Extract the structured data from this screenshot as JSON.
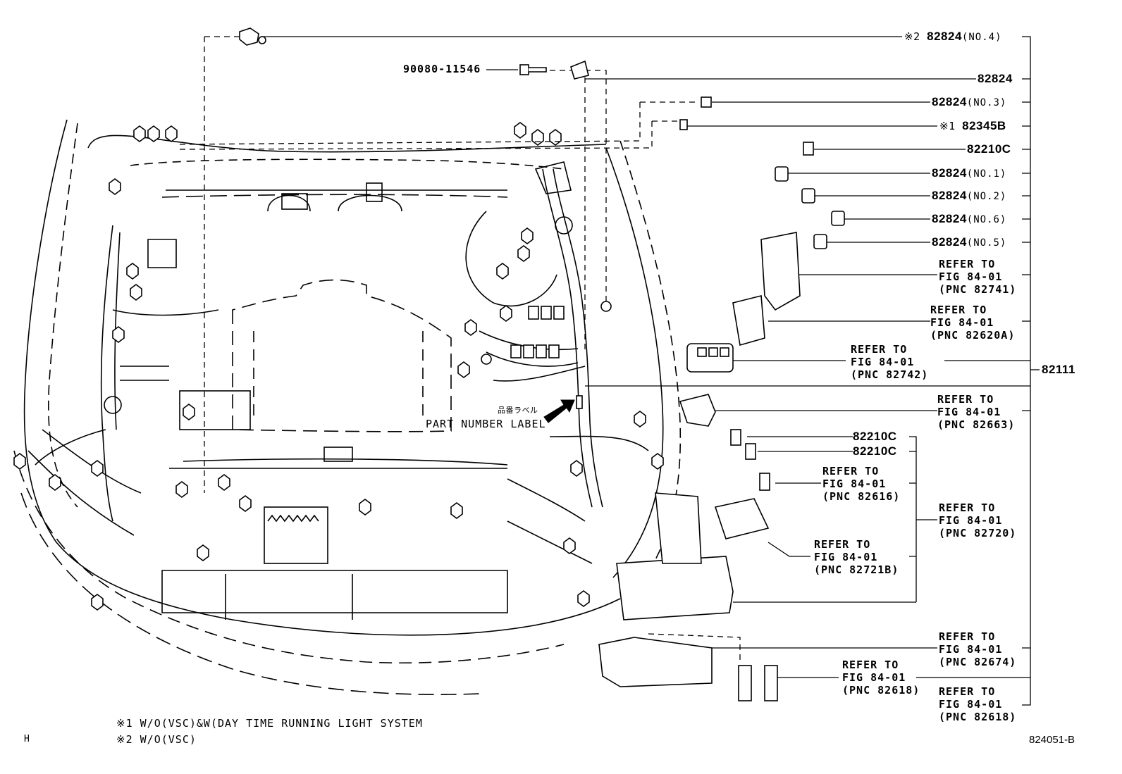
{
  "callouts": [
    {
      "prefix": "※2",
      "part": "82824",
      "suffix": "(NO.4)"
    },
    {
      "prefix": "",
      "part": "82824",
      "suffix": ""
    },
    {
      "prefix": "",
      "part": "82824",
      "suffix": "(NO.3)"
    },
    {
      "prefix": "※1",
      "part": "82345B",
      "suffix": ""
    },
    {
      "prefix": "",
      "part": "82210C",
      "suffix": ""
    },
    {
      "prefix": "",
      "part": "82824",
      "suffix": "(NO.1)"
    },
    {
      "prefix": "",
      "part": "82824",
      "suffix": "(NO.2)"
    },
    {
      "prefix": "",
      "part": "82824",
      "suffix": "(NO.6)"
    },
    {
      "prefix": "",
      "part": "82824",
      "suffix": "(NO.5)"
    },
    {
      "prefix": "",
      "part": "82210C",
      "suffix": ""
    },
    {
      "prefix": "",
      "part": "82210C",
      "suffix": ""
    }
  ],
  "bolt_part": "90080-11546",
  "main_part": "82111",
  "references": [
    {
      "line1": "REFER TO",
      "line2": "FIG 84-01",
      "line3": "(PNC 82741)"
    },
    {
      "line1": "REFER TO",
      "line2": "FIG 84-01",
      "line3": "(PNC 82620A)"
    },
    {
      "line1": "REFER TO",
      "line2": "FIG 84-01",
      "line3": "(PNC 82742)"
    },
    {
      "line1": "REFER TO",
      "line2": "FIG 84-01",
      "line3": "(PNC 82663)"
    },
    {
      "line1": "REFER TO",
      "line2": "FIG 84-01",
      "line3": "(PNC 82616)"
    },
    {
      "line1": "REFER TO",
      "line2": "FIG 84-01",
      "line3": "(PNC 82720)"
    },
    {
      "line1": "REFER TO",
      "line2": "FIG 84-01",
      "line3": "(PNC 82721B)"
    },
    {
      "line1": "REFER TO",
      "line2": "FIG 84-01",
      "line3": "(PNC 82674)"
    },
    {
      "line1": "REFER TO",
      "line2": "FIG 84-01",
      "line3": "(PNC 82618)"
    },
    {
      "line1": "REFER TO",
      "line2": "FIG 84-01",
      "line3": "(PNC 82618)"
    }
  ],
  "label_jp": "品番ラベル",
  "label_en": "PART NUMBER LABEL",
  "footnotes": [
    "※1 W/O(VSC)&W(DAY TIME RUNNING LIGHT SYSTEM",
    "※2 W/O(VSC)"
  ],
  "corner_letter": "H",
  "figure_id": "824051-B"
}
